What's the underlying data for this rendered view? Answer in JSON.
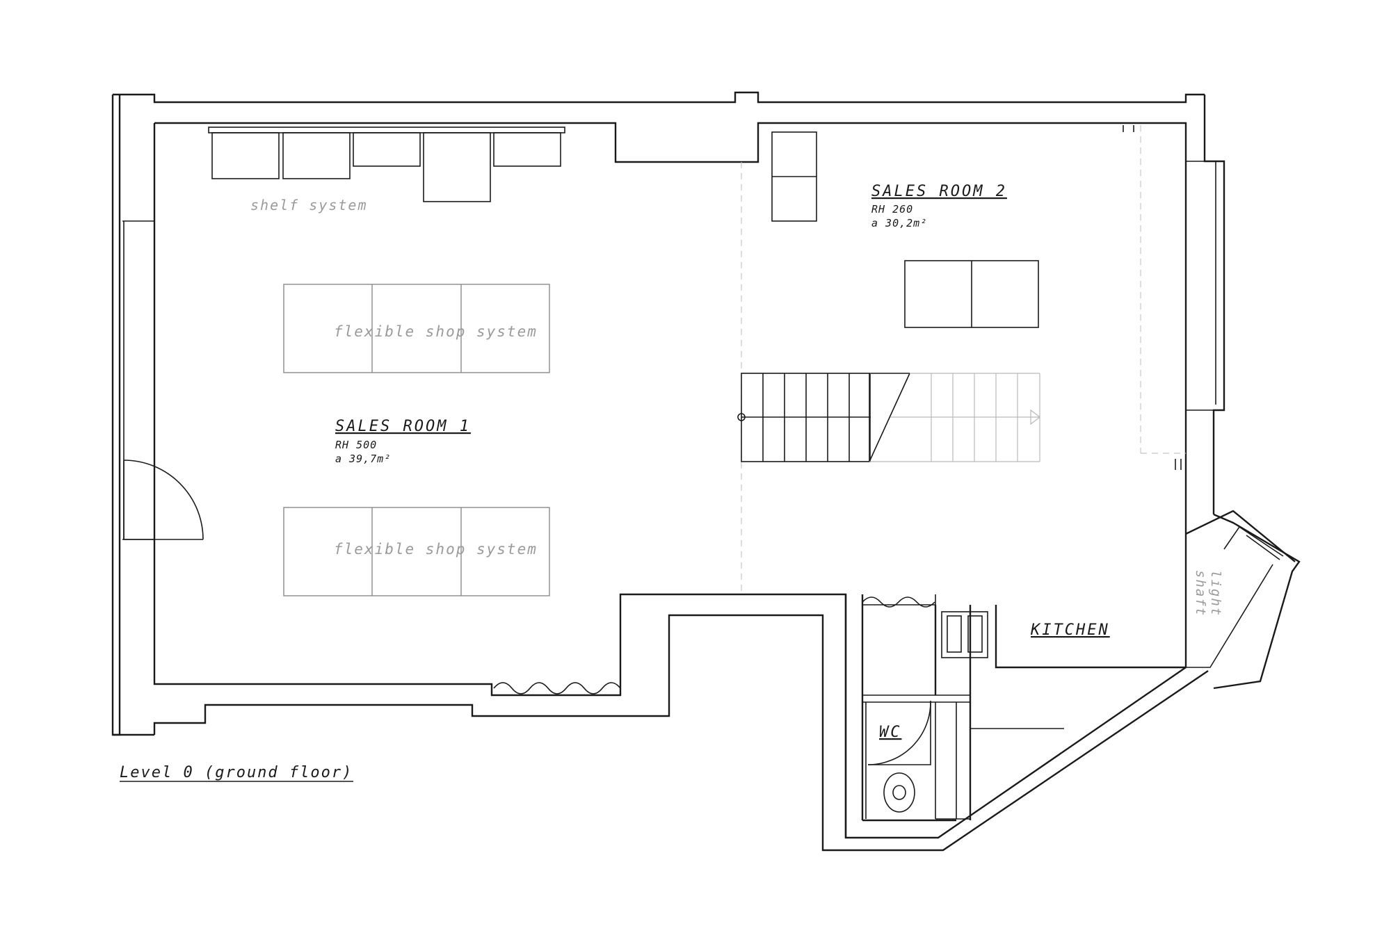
{
  "drawing": {
    "title": "Level 0 (ground floor)"
  },
  "rooms": {
    "sales_room_1": {
      "name": "SALES ROOM 1",
      "height": "RH 500",
      "area": "a 39,7m²"
    },
    "sales_room_2": {
      "name": "SALES ROOM 2",
      "height": "RH 260",
      "area": "a 30,2m²"
    },
    "kitchen": {
      "name": "KITCHEN"
    },
    "wc": {
      "name": "WC"
    }
  },
  "furniture": {
    "shelf_system": "shelf system",
    "flexible_shop_system_top": "flexible shop system",
    "flexible_shop_system_bottom": "flexible shop system",
    "light_shaft_line1": "light",
    "light_shaft_line2": "shaft"
  }
}
